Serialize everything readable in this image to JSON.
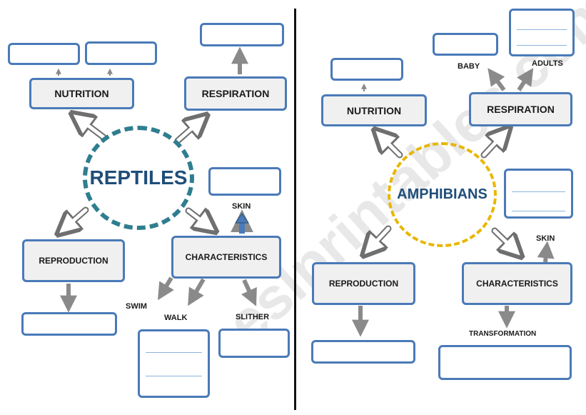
{
  "watermark": "eslprintables.com",
  "reptiles": {
    "title": "REPTILES",
    "nutrition": "NUTRITION",
    "respiration": "RESPIRATION",
    "reproduction": "REPRODUCTION",
    "characteristics": "CHARACTERISTICS",
    "skin": "SKIN",
    "swim": "SWIM",
    "walk": "WALK",
    "slither": "SLITHER"
  },
  "amphibians": {
    "title": "AMPHIBIANS",
    "nutrition": "NUTRITION",
    "respiration": "RESPIRATION",
    "reproduction": "REPRODUCTION",
    "characteristics": "CHARACTERISTICS",
    "skin": "SKIN",
    "baby": "BABY",
    "adults": "ADULTS",
    "transformation": "TRANSFORMATION"
  },
  "colors": {
    "box_border": "#4a7ab8",
    "reptiles_circle": "#2f7e8f",
    "amphibians_circle": "#e8b700",
    "title_text": "#1f4e79",
    "skin_arrow": "#4a7ab8"
  }
}
